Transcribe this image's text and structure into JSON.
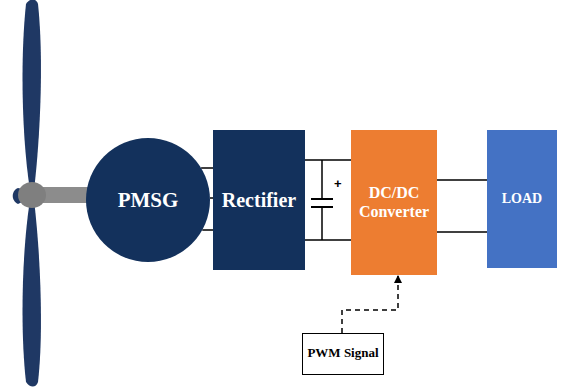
{
  "diagram": {
    "nodes": [
      {
        "text": [
          "PMSG"
        ]
      },
      {
        "text": [
          "Rectifier"
        ]
      },
      {
        "text": [
          "DC/DC Converter"
        ]
      },
      {
        "text": [
          "LOAD"
        ]
      },
      {
        "text": [
          "PWM Signal"
        ]
      }
    ],
    "edges": [
      {
        "from": 0,
        "to": 1,
        "arrow": "none"
      },
      {
        "from": 0,
        "to": 1,
        "arrow": "none"
      },
      {
        "from": 0,
        "to": 1,
        "arrow": "none"
      },
      {
        "from": 1,
        "to": 2,
        "arrow": "none"
      },
      {
        "from": 1,
        "to": 2,
        "arrow": "none"
      },
      {
        "from": 2,
        "to": 3,
        "arrow": "none"
      },
      {
        "from": 2,
        "to": 3,
        "arrow": "none"
      },
      {
        "from": 4,
        "to": 2,
        "arrow": "to"
      }
    ],
    "labels": [
      "+"
    ]
  }
}
